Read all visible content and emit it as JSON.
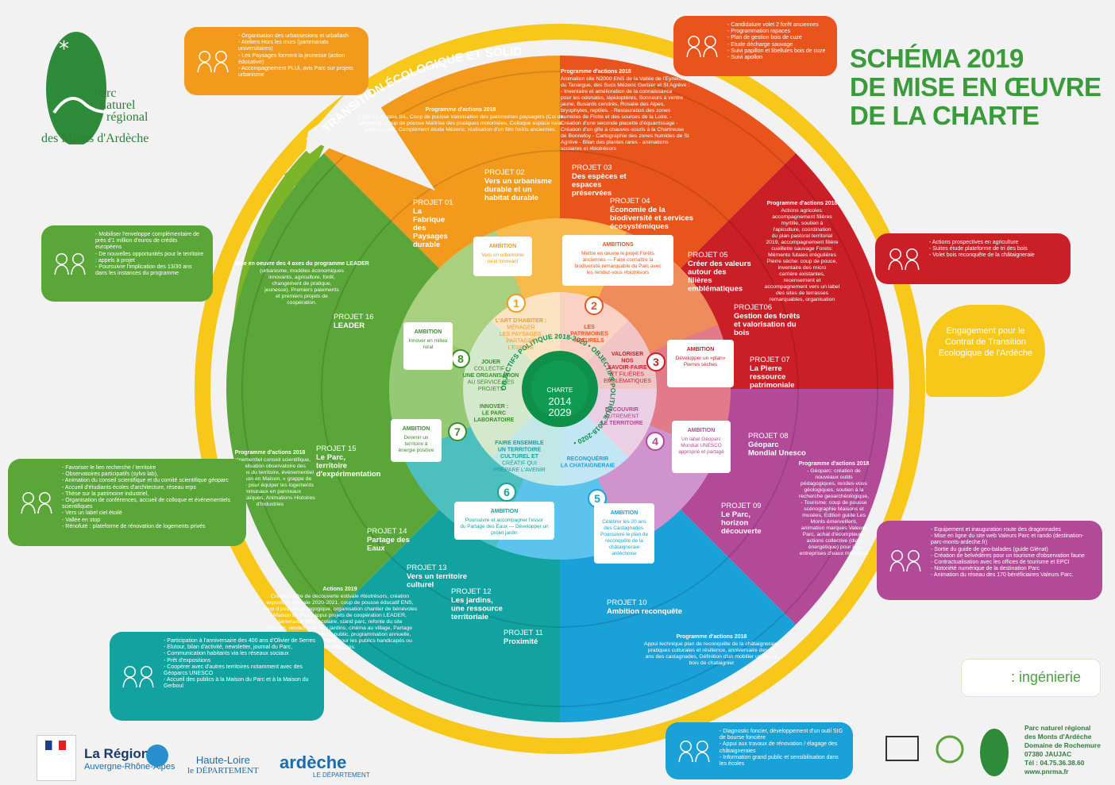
{
  "title": {
    "line1": "SCHÉMA 2019",
    "line2": "DE MISE EN ŒUVRE",
    "line3": "DE LA CHARTE"
  },
  "logo": {
    "line1": "Parc",
    "line2": "naturel",
    "line3": "régional",
    "line4": "des Monts d'Ardèche"
  },
  "arc_text": "TRANSITION ÉCOLOGIQUE ET SOLIDAIRE",
  "center": {
    "line1": "CHARTE",
    "line2": "2014",
    "line3": "2029",
    "ring_text": "OBJECTIFS POLITIQUE 2018-2020 • OBJECTIFS POLITIQUE 2018-2020 •"
  },
  "engagement": "Engagement pour le Contrat de Transition Ecologique de l'Ardèche",
  "legend": ": ingénierie",
  "colors": {
    "orange": "#f39a1c",
    "red_orange": "#e9541d",
    "red": "#cb1f27",
    "magenta": "#b24a98",
    "blue": "#1aa1d8",
    "teal": "#12a3a1",
    "green": "#5aa638",
    "yellow": "#f7c81a"
  },
  "sectors": [
    {
      "num": "1",
      "icon": "",
      "lines": [
        "L'ART D'HABITER :",
        "MÉNAGER",
        "LES PAYSAGES,",
        "PARTAGER",
        "L'ESPACE"
      ]
    },
    {
      "num": "2",
      "lines": [
        "LES",
        "PATRIMOINES",
        "NATURELS"
      ]
    },
    {
      "num": "3",
      "lines": [
        "VALORISER",
        "NOS",
        "SAVOIR-FAIRE",
        "ET FILIÈRES",
        "EMBLÉMATIQUES"
      ]
    },
    {
      "num": "4",
      "lines": [
        "DÉCOUVRIR",
        "AUTREMENT",
        "LE TERRITOIRE"
      ]
    },
    {
      "num": "5",
      "lines": [
        "RECONQUÉRIR",
        "LA CHATAIGNERAIE"
      ]
    },
    {
      "num": "6",
      "lines": [
        "FAIRE ENSEMBLE",
        "UN TERRITOIRE",
        "CULTUREL ET",
        "CRÉATIF QUI",
        "PRÉPARE L'AVENIR"
      ]
    },
    {
      "num": "7",
      "lines": [
        "INNOVER :",
        "LE PARC",
        "LABORATOIRE"
      ]
    },
    {
      "num": "8",
      "lines": [
        "JOUER",
        "COLLECTIF :",
        "UNE ORGANISATION",
        "AU SERVICE DES",
        "PROJETS"
      ]
    }
  ],
  "ambitions": [
    {
      "title": "AMBITION",
      "text": "Vers un urbanisme rural innovant"
    },
    {
      "title": "AMBITIONS",
      "text": "Mettre en œuvre le projet Forêts anciennes — Faire connaître la biodiversité remarquable du Parc avec les rendez-vous #biotrésors"
    },
    {
      "title": "AMBITION",
      "text": "Développer un «plan» Pierres sèches"
    },
    {
      "title": "AMBITION",
      "text": "Un label Géoparc Mondial UNESCO approprié et partagé"
    },
    {
      "title": "AMBITION",
      "text": "Célébrer les 20 ans des Castagnades. Poursuivre le plan de reconquête de la châtaigneraie ardéchoise"
    },
    {
      "title": "AMBITION",
      "text": "Poursuivre et accompagner l'essor du Partage des Eaux — Développer un projet jardin"
    },
    {
      "title": "AMBITION",
      "text": "Devenir un territoire à énergie positive"
    },
    {
      "title": "AMBITION",
      "text": "Innover en milieu rural"
    }
  ],
  "projects": [
    {
      "id": "PROJET 01",
      "name": "La Fabrique des Paysages durable"
    },
    {
      "id": "PROJET 02",
      "name": "Vers un urbanisme durable et un habitat durable"
    },
    {
      "id": "PROJET 03",
      "name": "Des espèces et espaces préservées"
    },
    {
      "id": "PROJET 04",
      "name": "Économie de la biodiversité et services écosystémiques"
    },
    {
      "id": "PROJET 05",
      "name": "Créer des valeurs autour des filières emblématiques"
    },
    {
      "id": "PROJET06",
      "name": "Gestion des forêts et valorisation du bois"
    },
    {
      "id": "PROJET 07",
      "name": "La Pierre ressource patrimoniale"
    },
    {
      "id": "PROJET 08",
      "name": "Géoparc Mondial Unesco"
    },
    {
      "id": "PROJET 09",
      "name": "Le Parc, horizon découverte"
    },
    {
      "id": "PROJET 10",
      "name": "Ambition reconquête"
    },
    {
      "id": "PROJET 11",
      "name": "Proximité"
    },
    {
      "id": "PROJET 12",
      "name": "Les jardins, une ressource territoriale"
    },
    {
      "id": "PROJET 13",
      "name": "Vers un territoire culturel"
    },
    {
      "id": "PROJET 14",
      "name": "Partage des Eaux"
    },
    {
      "id": "PROJET 15",
      "name": "Le Parc, territoire d'expérimentation"
    },
    {
      "id": "PROJET 16",
      "name": "LEADER"
    }
  ],
  "programmes": {
    "p1": {
      "title": "Programme d'actions 2018",
      "text": "Coup de pousse SIL, Coup de pousse Valorisation des patrimoines paysagers (Col de Meyrand), Coup de pousse Maîtrise des pratiques motorisées, Colloque espace rural projet spatial, Complément étude Mézenc, réalisation d'un film forêts anciennes."
    },
    "p2": {
      "title": "Programme d'actions 2018",
      "text": "Animation site N2000 ENS de la Vallée de l'Eyrieux, du Tanargue, des Sucs Mézenc Gerbier et St Agrève : - Inventaire et amélioration de la connaissance pour les odonates, lépidoptères, Sonneurs à ventre jaune, Busards cendrés, Rosalie des Alpes, bryophytes, reptiles. - Restauration des zones humides de Flotte et des sources de la Loire. - Création d'une seconde placette d'équarrissage - Création d'un gîte à chauves-souris à la Chartreuse de Bonnefoy - Cartographie des zones humides de St Agrève - Bilan des plantes rares - animations scolaires et #biotrésors"
    },
    "p3": {
      "title": "Programme d'actions 2018",
      "text": "Actions agricoles: accompagnement filières myrtille, soutien à l'apiculture, coordination du plan pastoral territorial 2019, accompagnement filière cueillette sauvage Forets: Mémento futaies irrégulières Pierre sèche: coup de pouce, inventaire des micro carrière existantes, recensement et accompagnement vers un label des sites de terrasses remarquables, organisation d'un événementiel"
    },
    "p4": {
      "title": "Programme d'actions 2018",
      "text": "- Géoparc: création de nouveaux outils pédagogiques, rendes-vous géologiques, soutien à la recherche geoarchéologique, - Tourisme: coup de pousse scénographie Maisons et musées, Edition guide Les Monts émerveillent, animation marques Valeurs Parc, achat d'écompteurs, actions collective (diag énergétique) pour les entreprises d'eaux minérales"
    },
    "p5": {
      "title": "Programme d'actions 2018",
      "text": "Appui technique plan de reconquête de la châtaigneraie, pratiques culturales et résilience, anniversaire des 20 ans des castagnades, Définition d'un mobilier urbain en bois de chataignier"
    },
    "p6": {
      "title": "Actions 2019",
      "text": "Création offre de découverte estivale #biotrésors, création exposition estivale 2020-2021, coup de pousse éducatif ENS, coup d pousse pédagogique, organisation chantier de bénévoles Maison du Parc, appui projets de coopération LEADER, partenariat radio scolaire, stand parc, refonte du site internet, rendez vous aux jardins, cinéma au village, Partage des Eaux: médiation jeune public, programmation annuelle, création, Ateliers passerelles pour les publics handicapés ou en difficultés."
    },
    "p7": {
      "title": "Programme d'actions 2018",
      "text": "Evénementiel conseil scientifique, actualisation observatoire des mutations du territoire, événementiel de Maison en Maison, « grappe de projets » pour équiper les logements communaux en panneaux photovoltaïques, Animations Histoires d'Industries"
    },
    "p8": {
      "title": "Mise en oeuvre des 4 axes du programme LEADER",
      "text": "(urbanisme, modèles économiques innovants, agriculture, forêt, changement de pratique, jeunesse). Premiers paiements et premiers projets de coopération."
    }
  },
  "callouts": {
    "c1": [
      "- Organisation des urbassesions et urbaflash",
      "- Ateliers Hors les murs (partenariats universitaires)",
      "- Les Paysages forment la jeunesse (action éducative)",
      "- Accompagnement PLUi, avis Parc sur projets urbanisme"
    ],
    "c2": [
      "- Candidature volet 2 forêt anciennes",
      "- Programmation rapaces",
      "- Plan de gestion bois de cuze",
      "- Etude décharge sauvage",
      "- Suivi papillon et libellules bois de cuze",
      "- Suivi apollon"
    ],
    "c3": [
      "- Actions prospectives en agriculture",
      "- Suites étude plateforme de tri des bois",
      "- Volet bois reconquête de la châtaigneraie"
    ],
    "c4": [
      "- Equipement et inauguration route des dragonnades",
      "- Mise en ligne du site web Valeurs Parc et rando (destination-parc-monts-ardeche.fr)",
      "- Sortie du guide de geo-balades (guide Glénat)",
      "- Création de belvédères pour un tourisme d'observation faune",
      "- Contractualisation avec les offices de tourisme et EPCI",
      "- Notoriété numérique de la destination Parc",
      "- Animation du réseau des 170 bénéficiaires Valeurs Parc."
    ],
    "c5": [
      "- Diagnostic foncier, développement d'un outil SIG de bourse foncière",
      "- Appui aux travaux de rénovation / élagage des châtaigneraies",
      "- Information grand public et sensibilisation dans les écoles"
    ],
    "c6": [
      "- Participation à l'anniversaire des 400 ans d'Olivier de Serres",
      "- Elutour, bilan d'activité, newsletter, journal du Parc,",
      "- Communication habitants via les réseaux sociaux",
      "- Prêt d'expositions",
      "- Coopérer avec d'autres territoires notamment avec des Géoparcs UNESCO",
      "- Accueil des publics à la Maison du Parc et à la Maison du Gerboul"
    ],
    "c7": [
      "- Favoriser le lien recherche / territoire",
      "- Observatoires participatifs (sylvo lab),",
      "- Animation du conseil scientifique et du comité scientifique géoparc",
      "- Accueil d'étudiants écoles d'architecture, réseau erps",
      "- Thèse sur la patrimoine industriel,",
      "- Organisation de conférences, accueil de colloque et événementiels scientifiques",
      "- Vers un label ciel étoilé",
      "- Vallée en stop",
      "- Rénofuté : plateforme de rénovation de logements privés"
    ],
    "c8": [
      "- Mobiliser l'enveloppe complémentaire de près d'1 million d'euros de crédits européens",
      "- De nouvelles opportunités pour le territoire : appels à projet",
      "- Poursuivre l'implication des 13/30 ans dans les instances du programme"
    ]
  },
  "footer": {
    "region": "La Région",
    "region_sub": "Auvergne-Rhône-Alpes",
    "hl1": "Haute-Loire",
    "hl2": "le DÉPARTEMENT",
    "ard1": "ardèche",
    "ard2": "LE DÉPARTEMENT",
    "addr": [
      "Parc naturel régional",
      "des Monts d'Ardèche",
      "Domaine de Rochemure",
      "07380 JAUJAC",
      "Tél : 04.75.36.38.60",
      "www.pnrma.fr"
    ]
  }
}
